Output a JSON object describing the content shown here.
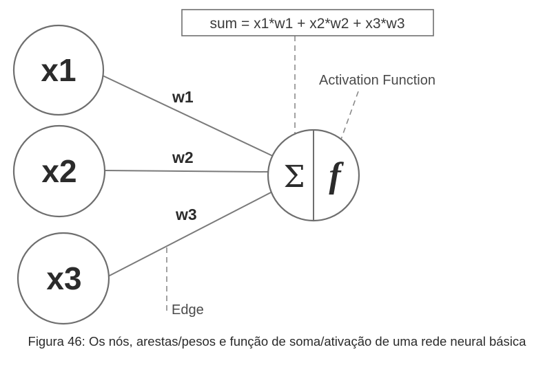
{
  "inputs": [
    {
      "label": "x1"
    },
    {
      "label": "x2"
    },
    {
      "label": "x3"
    }
  ],
  "weights": [
    "w1",
    "w2",
    "w3"
  ],
  "formula": "sum = x1*w1 + x2*w2 + x3*w3",
  "neuron": {
    "sum_symbol": "Σ",
    "activation_symbol": "f"
  },
  "labels": {
    "activation": "Activation Function",
    "edge": "Edge"
  },
  "caption": "Figura 46: Os nós, arestas/pesos e função de soma/ativação de uma rede neural básica",
  "colors": {
    "stroke": "#6e6e6e",
    "text": "#2b2b2b",
    "background": "#ffffff"
  }
}
